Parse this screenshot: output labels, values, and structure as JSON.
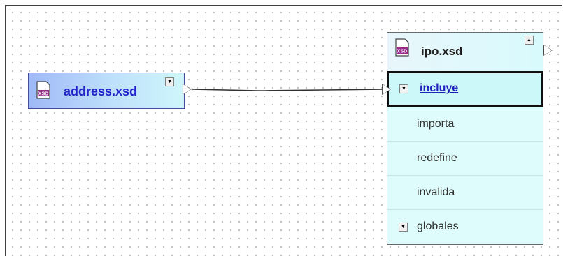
{
  "source": {
    "filename": "address.xsd",
    "icon": "xsd-file-icon",
    "dropdown": "▼"
  },
  "target": {
    "filename": "ipo.xsd",
    "icon": "xsd-file-icon",
    "collapse": "▲",
    "rows": [
      {
        "label": "incluye",
        "selected": true,
        "expander": "▼"
      },
      {
        "label": "importa"
      },
      {
        "label": "redefine"
      },
      {
        "label": "invalida"
      },
      {
        "label": "globales",
        "expander": "▼"
      }
    ]
  },
  "colors": {
    "link_text": "#2222cc",
    "panel_bg": "#dffcfc",
    "selection_border": "#101010"
  }
}
